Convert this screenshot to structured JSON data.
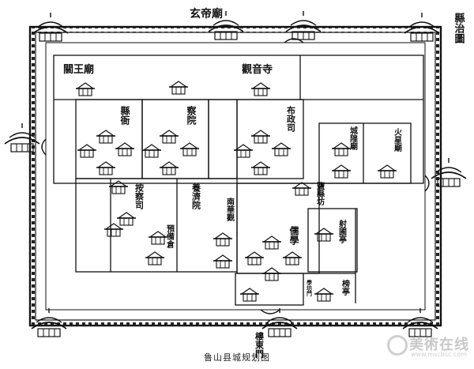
{
  "title_vertical": "縣治圖",
  "caption": "鲁山县城规划图",
  "watermark": {
    "text": "美術在线",
    "sub": "www.mscbsc.com"
  },
  "labels": {
    "xuandi": "玄帝廟",
    "guanwang": "關王廟",
    "guanyinsi": "觀音寺",
    "xianya": "縣衙",
    "chayuan": "察院",
    "buzhengsi": "布政司",
    "chenghuang": "城隍廟",
    "huoxing": "火星廟",
    "anchasi": "按察司",
    "yangjiyuan": "養濟院",
    "yubeicang": "預備倉",
    "nanhuaguan": "南華觀",
    "ruxue": "儒學",
    "sheguo": "射圃亭",
    "bailufang": "鹽縣坊",
    "bottom_right": "榜亭",
    "bottom_small": "學坊門",
    "gate_south": "樓東門"
  }
}
